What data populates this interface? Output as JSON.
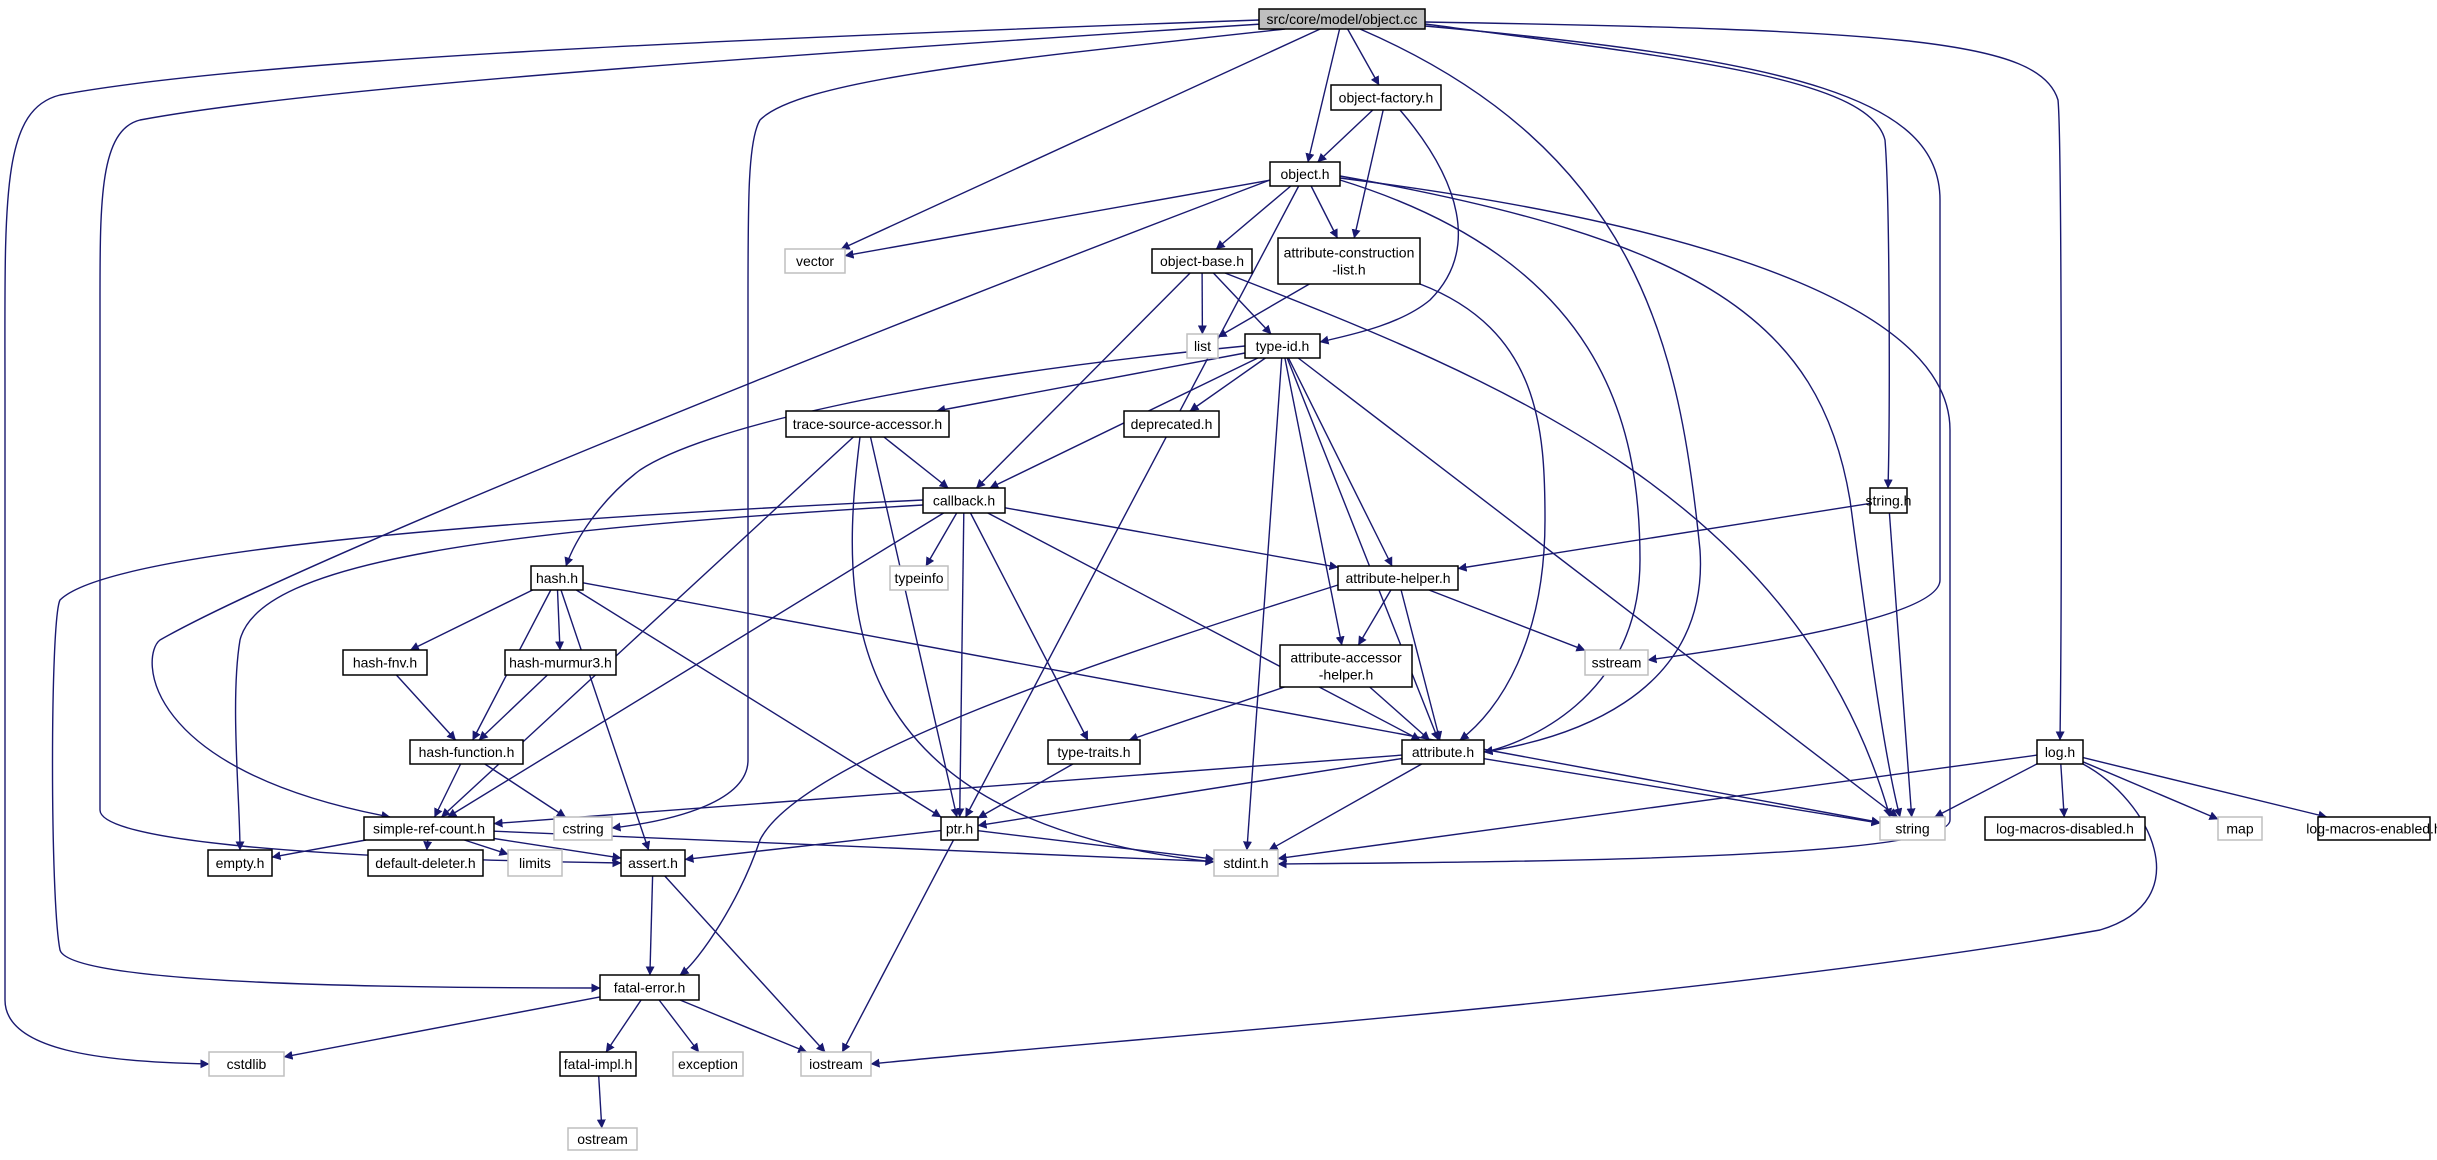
{
  "colors": {
    "edge": "#191970",
    "node_border": "#000000",
    "system_border": "#bfbfbf",
    "root_fill": "#bfbfbf",
    "node_fill": "#ffffff",
    "text": "#000000"
  },
  "nodes": {
    "object_cc": {
      "label": "src/core/model/object.cc",
      "kind": "root"
    },
    "object_factory_h": {
      "label": "object-factory.h",
      "kind": "header"
    },
    "object_h": {
      "label": "object.h",
      "kind": "header"
    },
    "vector": {
      "label": "vector",
      "kind": "system"
    },
    "object_base_h": {
      "label": "object-base.h",
      "kind": "header"
    },
    "attribute_construction_list_h": {
      "label": [
        "attribute-construction",
        "-list.h"
      ],
      "kind": "header"
    },
    "list": {
      "label": "list",
      "kind": "system"
    },
    "type_id_h": {
      "label": "type-id.h",
      "kind": "header"
    },
    "trace_source_accessor_h": {
      "label": "trace-source-accessor.h",
      "kind": "header"
    },
    "deprecated_h": {
      "label": "deprecated.h",
      "kind": "header"
    },
    "callback_h": {
      "label": "callback.h",
      "kind": "header"
    },
    "string_h": {
      "label": "string.h",
      "kind": "header"
    },
    "typeinfo": {
      "label": "typeinfo",
      "kind": "system"
    },
    "hash_h": {
      "label": "hash.h",
      "kind": "header"
    },
    "attribute_helper_h": {
      "label": "attribute-helper.h",
      "kind": "header"
    },
    "hash_fnv_h": {
      "label": "hash-fnv.h",
      "kind": "header"
    },
    "hash_murmur3_h": {
      "label": "hash-murmur3.h",
      "kind": "header"
    },
    "attribute_accessor_helper_h": {
      "label": [
        "attribute-accessor",
        "-helper.h"
      ],
      "kind": "header"
    },
    "sstream": {
      "label": "sstream",
      "kind": "system"
    },
    "hash_function_h": {
      "label": "hash-function.h",
      "kind": "header"
    },
    "type_traits_h": {
      "label": "type-traits.h",
      "kind": "header"
    },
    "attribute_h": {
      "label": "attribute.h",
      "kind": "header"
    },
    "log_h": {
      "label": "log.h",
      "kind": "header"
    },
    "simple_ref_count_h": {
      "label": "simple-ref-count.h",
      "kind": "header"
    },
    "cstring": {
      "label": "cstring",
      "kind": "system"
    },
    "ptr_h": {
      "label": "ptr.h",
      "kind": "header"
    },
    "string": {
      "label": "string",
      "kind": "system"
    },
    "log_macros_disabled_h": {
      "label": "log-macros-disabled.h",
      "kind": "header"
    },
    "map": {
      "label": "map",
      "kind": "system"
    },
    "log_macros_enabled_h": {
      "label": "log-macros-enabled.h",
      "kind": "header"
    },
    "empty_h": {
      "label": "empty.h",
      "kind": "header"
    },
    "default_deleter_h": {
      "label": "default-deleter.h",
      "kind": "header"
    },
    "limits": {
      "label": "limits",
      "kind": "system"
    },
    "assert_h": {
      "label": "assert.h",
      "kind": "header"
    },
    "stdint_h": {
      "label": "stdint.h",
      "kind": "system"
    },
    "fatal_error_h": {
      "label": "fatal-error.h",
      "kind": "header"
    },
    "cstdlib": {
      "label": "cstdlib",
      "kind": "system"
    },
    "fatal_impl_h": {
      "label": "fatal-impl.h",
      "kind": "header"
    },
    "exception": {
      "label": "exception",
      "kind": "system"
    },
    "iostream": {
      "label": "iostream",
      "kind": "system"
    },
    "ostream": {
      "label": "ostream",
      "kind": "system"
    }
  },
  "edges": [
    [
      "object_cc",
      "object_factory_h"
    ],
    [
      "object_cc",
      "object_h"
    ],
    [
      "object_cc",
      "vector"
    ],
    [
      "object_cc",
      "cstring"
    ],
    [
      "object_cc",
      "assert_h"
    ],
    [
      "object_cc",
      "cstdlib"
    ],
    [
      "object_cc",
      "attribute_h"
    ],
    [
      "object_cc",
      "string_h"
    ],
    [
      "object_cc",
      "sstream"
    ],
    [
      "object_cc",
      "log_h"
    ],
    [
      "object_factory_h",
      "object_h"
    ],
    [
      "object_factory_h",
      "attribute_construction_list_h"
    ],
    [
      "object_factory_h",
      "type_id_h"
    ],
    [
      "object_h",
      "vector"
    ],
    [
      "object_h",
      "object_base_h"
    ],
    [
      "object_h",
      "attribute_construction_list_h"
    ],
    [
      "object_h",
      "simple_ref_count_h"
    ],
    [
      "object_h",
      "ptr_h"
    ],
    [
      "object_h",
      "attribute_h"
    ],
    [
      "object_h",
      "string"
    ],
    [
      "object_h",
      "stdint_h"
    ],
    [
      "object_base_h",
      "list"
    ],
    [
      "object_base_h",
      "type_id_h"
    ],
    [
      "object_base_h",
      "callback_h"
    ],
    [
      "object_base_h",
      "string"
    ],
    [
      "attribute_construction_list_h",
      "list"
    ],
    [
      "attribute_construction_list_h",
      "attribute_h"
    ],
    [
      "type_id_h",
      "trace_source_accessor_h"
    ],
    [
      "type_id_h",
      "deprecated_h"
    ],
    [
      "type_id_h",
      "callback_h"
    ],
    [
      "type_id_h",
      "hash_h"
    ],
    [
      "type_id_h",
      "attribute_helper_h"
    ],
    [
      "type_id_h",
      "attribute_accessor_helper_h"
    ],
    [
      "type_id_h",
      "attribute_h"
    ],
    [
      "type_id_h",
      "string"
    ],
    [
      "type_id_h",
      "stdint_h"
    ],
    [
      "trace_source_accessor_h",
      "callback_h"
    ],
    [
      "trace_source_accessor_h",
      "simple_ref_count_h"
    ],
    [
      "trace_source_accessor_h",
      "ptr_h"
    ],
    [
      "trace_source_accessor_h",
      "stdint_h"
    ],
    [
      "callback_h",
      "typeinfo"
    ],
    [
      "callback_h",
      "attribute_helper_h"
    ],
    [
      "callback_h",
      "simple_ref_count_h"
    ],
    [
      "callback_h",
      "empty_h"
    ],
    [
      "callback_h",
      "fatal_error_h"
    ],
    [
      "callback_h",
      "ptr_h"
    ],
    [
      "callback_h",
      "type_traits_h"
    ],
    [
      "callback_h",
      "attribute_h"
    ],
    [
      "string_h",
      "attribute_helper_h"
    ],
    [
      "string_h",
      "string"
    ],
    [
      "hash_h",
      "hash_fnv_h"
    ],
    [
      "hash_h",
      "hash_murmur3_h"
    ],
    [
      "hash_h",
      "hash_function_h"
    ],
    [
      "hash_h",
      "assert_h"
    ],
    [
      "hash_h",
      "ptr_h"
    ],
    [
      "hash_h",
      "string"
    ],
    [
      "attribute_helper_h",
      "attribute_accessor_helper_h"
    ],
    [
      "attribute_helper_h",
      "sstream"
    ],
    [
      "attribute_helper_h",
      "attribute_h"
    ],
    [
      "attribute_helper_h",
      "fatal_error_h"
    ],
    [
      "hash_fnv_h",
      "hash_function_h"
    ],
    [
      "hash_murmur3_h",
      "hash_function_h"
    ],
    [
      "attribute_accessor_helper_h",
      "attribute_h"
    ],
    [
      "attribute_accessor_helper_h",
      "type_traits_h"
    ],
    [
      "hash_function_h",
      "simple_ref_count_h"
    ],
    [
      "hash_function_h",
      "cstring"
    ],
    [
      "type_traits_h",
      "ptr_h"
    ],
    [
      "attribute_h",
      "simple_ref_count_h"
    ],
    [
      "attribute_h",
      "ptr_h"
    ],
    [
      "attribute_h",
      "string"
    ],
    [
      "attribute_h",
      "stdint_h"
    ],
    [
      "log_h",
      "string"
    ],
    [
      "log_h",
      "log_macros_disabled_h"
    ],
    [
      "log_h",
      "map"
    ],
    [
      "log_h",
      "log_macros_enabled_h"
    ],
    [
      "log_h",
      "stdint_h"
    ],
    [
      "log_h",
      "iostream"
    ],
    [
      "simple_ref_count_h",
      "empty_h"
    ],
    [
      "simple_ref_count_h",
      "default_deleter_h"
    ],
    [
      "simple_ref_count_h",
      "limits"
    ],
    [
      "simple_ref_count_h",
      "assert_h"
    ],
    [
      "simple_ref_count_h",
      "stdint_h"
    ],
    [
      "ptr_h",
      "assert_h"
    ],
    [
      "ptr_h",
      "stdint_h"
    ],
    [
      "ptr_h",
      "iostream"
    ],
    [
      "assert_h",
      "fatal_error_h"
    ],
    [
      "assert_h",
      "iostream"
    ],
    [
      "fatal_error_h",
      "cstdlib"
    ],
    [
      "fatal_error_h",
      "fatal_impl_h"
    ],
    [
      "fatal_error_h",
      "exception"
    ],
    [
      "fatal_error_h",
      "iostream"
    ],
    [
      "fatal_impl_h",
      "ostream"
    ]
  ]
}
